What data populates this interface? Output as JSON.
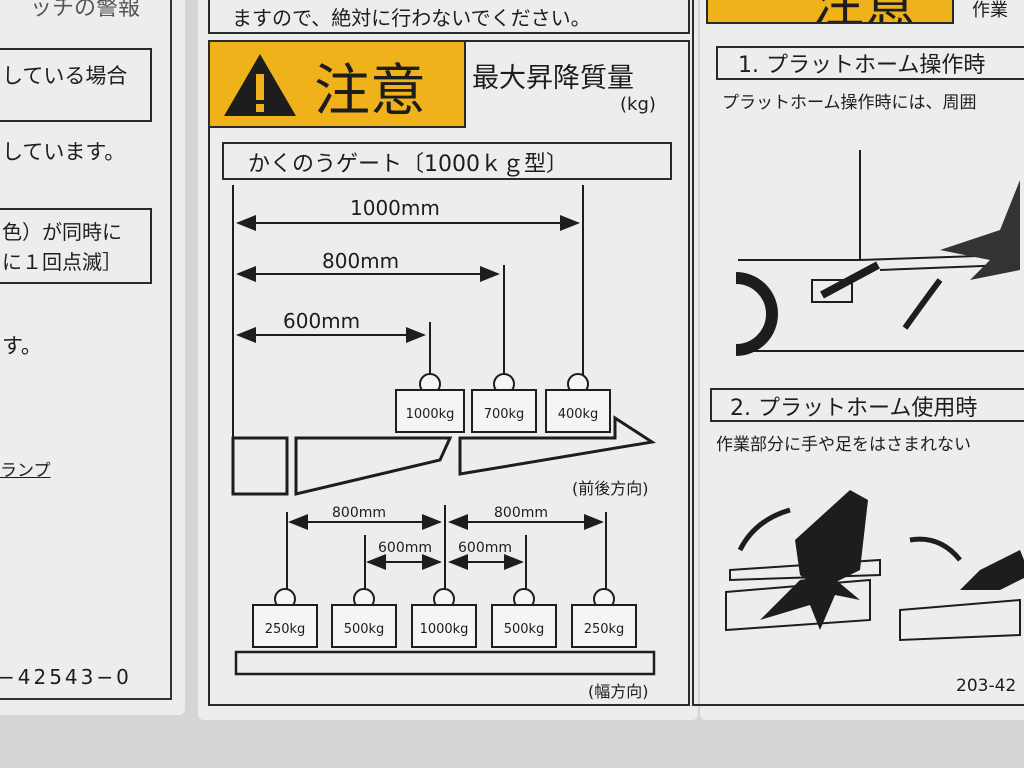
{
  "left_label": {
    "top_cut": "ッチの警報",
    "line1": "している場合",
    "line2": "しています。",
    "line3": "色）が同時に",
    "line4": "に１回点滅］",
    "line5": "す。",
    "line6": "ランプ",
    "part_number": "−42543−0"
  },
  "center_label": {
    "top_text": "ますので、絶対に行わないでください。",
    "caution_word": "注意",
    "header_title": "最大昇降質量",
    "header_unit": "(kg)",
    "gate_title": "かくのうゲート〔1000ｋｇ型〕",
    "front_back": {
      "dims": [
        "1000mm",
        "800mm",
        "600mm"
      ],
      "weights": [
        "1000kg",
        "700kg",
        "400kg"
      ],
      "direction": "(前後方向)"
    },
    "width": {
      "dims_outer": [
        "800mm",
        "800mm"
      ],
      "dims_inner": [
        "600mm",
        "600mm"
      ],
      "weights": [
        "250kg",
        "500kg",
        "1000kg",
        "500kg",
        "250kg"
      ],
      "direction": "(幅方向)"
    }
  },
  "right_label": {
    "caution_word": "注意",
    "header_cut": "作業",
    "section1_title": "1. プラットホーム操作時",
    "section1_text": "プラットホーム操作時には、周囲",
    "section2_title": "2. プラットホーム使用時",
    "section2_text": "作業部分に手や足をはさまれない",
    "part_number": "203-42"
  },
  "colors": {
    "caution_yellow": "#f0b21b",
    "label_bg": "#eceeed",
    "ink": "#1d1d1d"
  }
}
